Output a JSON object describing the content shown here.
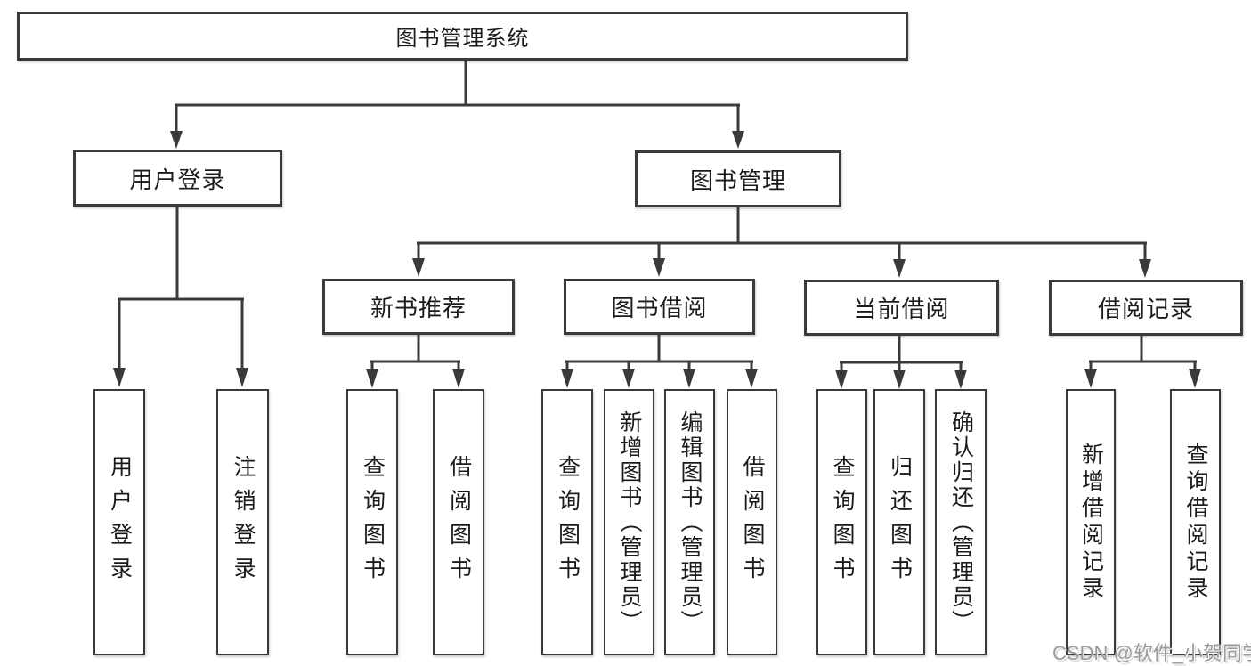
{
  "tree": {
    "label": "图书管理系统",
    "children": [
      {
        "label": "用户登录",
        "children": [
          {
            "label": "用户登录"
          },
          {
            "label": "注销登录"
          }
        ]
      },
      {
        "label": "图书管理",
        "children": [
          {
            "label": "新书推荐",
            "children": [
              {
                "label": "查询图书"
              },
              {
                "label": "借阅图书"
              }
            ]
          },
          {
            "label": "图书借阅",
            "children": [
              {
                "label": "查询图书"
              },
              {
                "label": "新增图书（管理员）"
              },
              {
                "label": "编辑图书（管理员）"
              },
              {
                "label": "借阅图书"
              }
            ]
          },
          {
            "label": "当前借阅",
            "children": [
              {
                "label": "查询图书"
              },
              {
                "label": "归还图书"
              },
              {
                "label": "确认归还（管理员）"
              }
            ]
          },
          {
            "label": "借阅记录",
            "children": [
              {
                "label": "新增借阅记录"
              },
              {
                "label": "查询借阅记录"
              }
            ]
          }
        ]
      }
    ]
  },
  "watermark": "CSDN @软件_小贺同学",
  "colors": {
    "line": "#3a3a3a",
    "box_border": "#3a3a3a",
    "box_fill": "#ffffff",
    "text": "#1b1b1b",
    "watermark": "#9b9b9b"
  }
}
